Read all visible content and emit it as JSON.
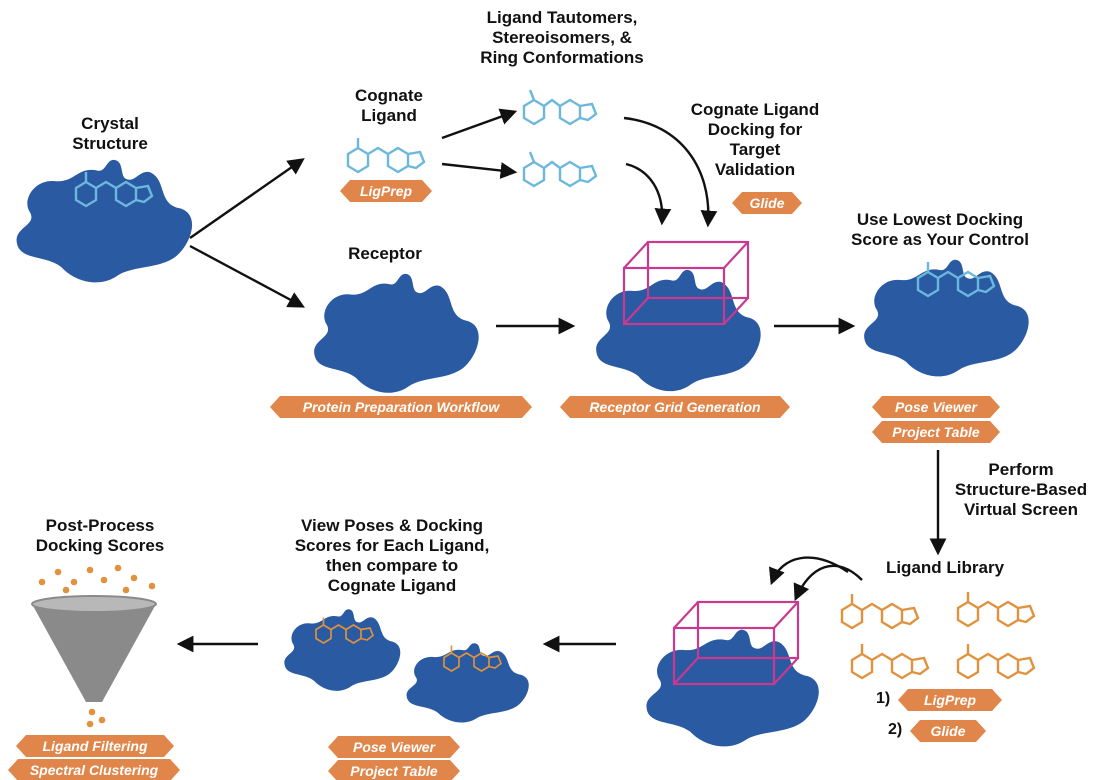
{
  "colors": {
    "protein": "#2a5aa2",
    "cognate_ligand": "#6cb8dc",
    "library_ligand": "#e0923e",
    "grid_box": "#c93a8f",
    "tag_fill": "#e0864a",
    "funnel": "#8a8a8a",
    "arrow": "#111111"
  },
  "labels": {
    "crystal_structure": [
      "Crystal",
      "Structure"
    ],
    "cognate_ligand": [
      "Cognate",
      "Ligand"
    ],
    "ligand_variants": [
      "Ligand Tautomers,",
      "Stereoisomers, &",
      "Ring Conformations"
    ],
    "cognate_docking": [
      "Cognate Ligand",
      "Docking for",
      "Target",
      "Validation"
    ],
    "receptor": "Receptor",
    "lowest_score": [
      "Use Lowest Docking",
      "Score as Your Control"
    ],
    "virtual_screen": [
      "Perform",
      "Structure-Based",
      "Virtual Screen"
    ],
    "ligand_library": "Ligand Library",
    "view_poses": [
      "View Poses & Docking",
      "Scores for Each Ligand,",
      "then compare to",
      "Cognate Ligand"
    ],
    "post_process": [
      "Post-Process",
      "Docking Scores"
    ]
  },
  "tags": {
    "ligprep_top": "LigPrep",
    "glide_top": "Glide",
    "protein_prep": "Protein Preparation Workflow",
    "grid_gen": "Receptor Grid Generation",
    "pose_viewer_1": "Pose Viewer",
    "project_table_1": "Project Table",
    "ligprep_bottom": "LigPrep",
    "glide_bottom": "Glide",
    "pose_viewer_2": "Pose Viewer",
    "project_table_2": "Project Table",
    "ligand_filtering": "Ligand Filtering",
    "spectral_clustering": "Spectral Clustering"
  },
  "steps": {
    "step1": "1)",
    "step2": "2)"
  }
}
